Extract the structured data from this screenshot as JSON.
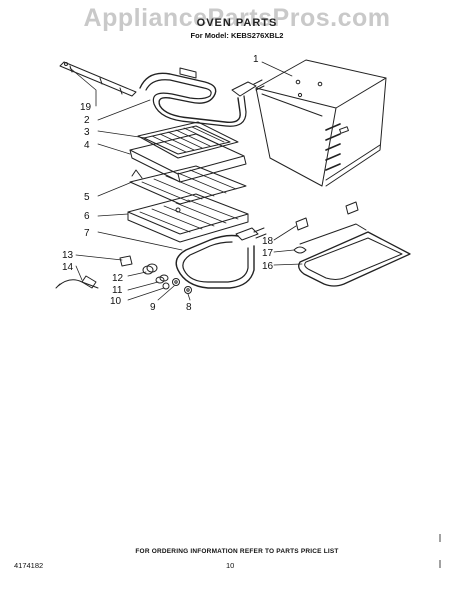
{
  "watermark": "AppliancePartsPros.com",
  "header": {
    "title": "OVEN PARTS",
    "model_line": "For Model: KEBS276XBL2"
  },
  "callouts": [
    "1",
    "2",
    "3",
    "4",
    "5",
    "6",
    "7",
    "8",
    "9",
    "10",
    "11",
    "12",
    "13",
    "14",
    "16",
    "17",
    "18",
    "19"
  ],
  "footer": {
    "ordering_note": "FOR ORDERING INFORMATION REFER TO PARTS PRICE LIST",
    "doc_number": "4174182",
    "page_number": "10"
  }
}
